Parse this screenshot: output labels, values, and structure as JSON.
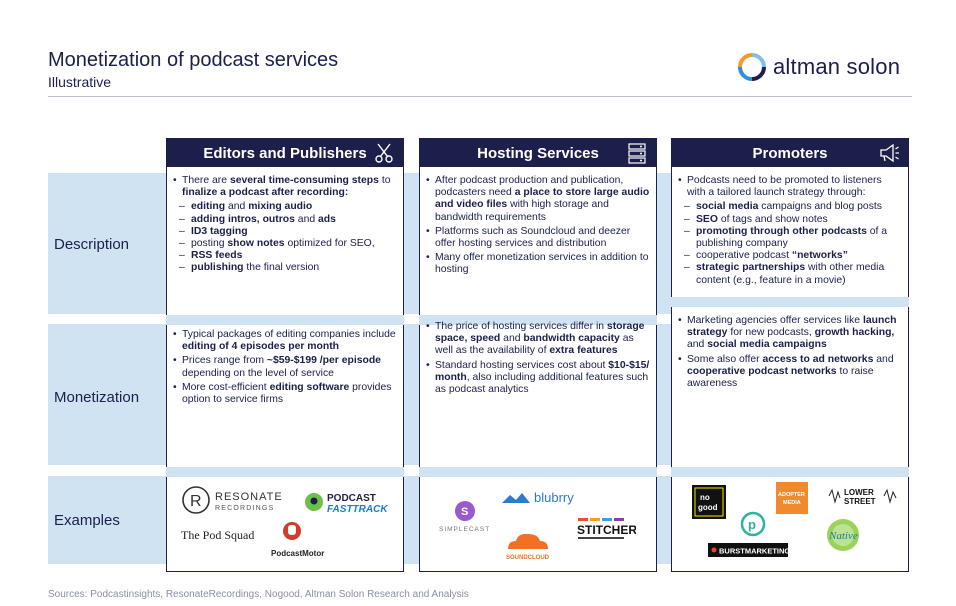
{
  "header": {
    "title": "Monetization of podcast services",
    "subtitle": "Illustrative",
    "logo_text": "altman solon"
  },
  "rows": {
    "description": "Description",
    "monetization": "Monetization",
    "examples": "Examples"
  },
  "columns": [
    {
      "title": "Editors and Publishers",
      "icon": "scissors-icon",
      "description": [
        {
          "segments": [
            "There are ",
            "**several time-consuming steps",
            " to ",
            "**finalize a podcast after recording:"
          ]
        },
        {
          "dash": true,
          "segments": [
            "**editing",
            " and ",
            "**mixing audio"
          ]
        },
        {
          "dash": true,
          "segments": [
            "**adding intros, outros",
            " and ",
            "**ads"
          ]
        },
        {
          "dash": true,
          "segments": [
            "**ID3 tagging"
          ]
        },
        {
          "dash": true,
          "segments": [
            "posting ",
            "**show notes",
            " optimized for SEO,"
          ]
        },
        {
          "dash": true,
          "segments": [
            "**RSS feeds"
          ]
        },
        {
          "dash": true,
          "segments": [
            "**publishing",
            " the final version"
          ]
        }
      ],
      "monetization": [
        {
          "segments": [
            "Typical packages of editing companies include ",
            "**editing of 4 episodes per month"
          ]
        },
        {
          "segments": [
            "Prices range from ",
            "**~$59-$199 /per episode",
            " depending on the level of service"
          ]
        },
        {
          "segments": [
            "More cost-efficient ",
            "**editing software",
            " provides option to service firms"
          ]
        }
      ],
      "examples": [
        "RESONATE",
        "RECORDINGS",
        "PODCAST",
        "FASTTRACK",
        "The Pod Squad",
        "PodcastMotor"
      ]
    },
    {
      "title": "Hosting Services",
      "icon": "server-icon",
      "description": [
        {
          "segments": [
            "After podcast production and publication, podcasters need ",
            "**a place to store large audio and video files",
            " with high storage and bandwidth requirements"
          ]
        },
        {
          "segments": [
            "Platforms such as Soundcloud and deezer offer hosting services and distribution"
          ]
        },
        {
          "segments": [
            "Many offer monetization services in addition to hosting"
          ]
        }
      ],
      "monetization": [
        {
          "segments": [
            "The price of hosting services differ in ",
            "**storage space, speed",
            " and ",
            "**bandwidth capacity",
            " as well as the availability of ",
            "**extra features"
          ]
        },
        {
          "segments": [
            "Standard hosting services cost about ",
            "**$10-$15/ month",
            ", also including additional features such as podcast analytics"
          ]
        }
      ],
      "examples": [
        "blubrry",
        "SIMPLECAST",
        "SOUNDCLOUD",
        "STITCHER"
      ]
    },
    {
      "title": "Promoters",
      "icon": "megaphone-icon",
      "description": [
        {
          "segments": [
            "Podcasts need to be promoted to listeners with a tailored launch strategy through:"
          ]
        },
        {
          "dash": true,
          "segments": [
            "**social media",
            " campaigns and blog posts"
          ]
        },
        {
          "dash": true,
          "segments": [
            "**SEO",
            " of tags and show notes"
          ]
        },
        {
          "dash": true,
          "segments": [
            "**promoting through other podcasts",
            " of a publishing company"
          ]
        },
        {
          "dash": true,
          "segments": [
            "cooperative podcast ",
            "**“networks”"
          ]
        },
        {
          "dash": true,
          "segments": [
            "**strategic partnerships",
            " with other media content (e.g., feature in a movie)"
          ]
        }
      ],
      "monetization": [
        {
          "segments": [
            "Marketing agencies offer services like ",
            "**launch strategy",
            " for new podcasts, ",
            "**growth hacking,",
            " and ",
            "**social media campaigns"
          ]
        },
        {
          "segments": [
            "Some also offer ",
            "**access to ad networks",
            " and ",
            "**cooperative podcast networks",
            " to raise awareness"
          ]
        }
      ],
      "examples": [
        "no",
        "good",
        "ADOPTER",
        "MEDIA",
        "LOWER",
        "STREET",
        "BURSTMARKETING",
        "Native"
      ]
    }
  ],
  "footer": "Sources:  Podcastinsights, ResonateRecordings, Nogood, Altman Solon Research and Analysis",
  "colors": {
    "navy": "#1b1f4a",
    "band": "#cfe3f3",
    "orange": "#f39a28",
    "blue": "#2f8fd8"
  }
}
